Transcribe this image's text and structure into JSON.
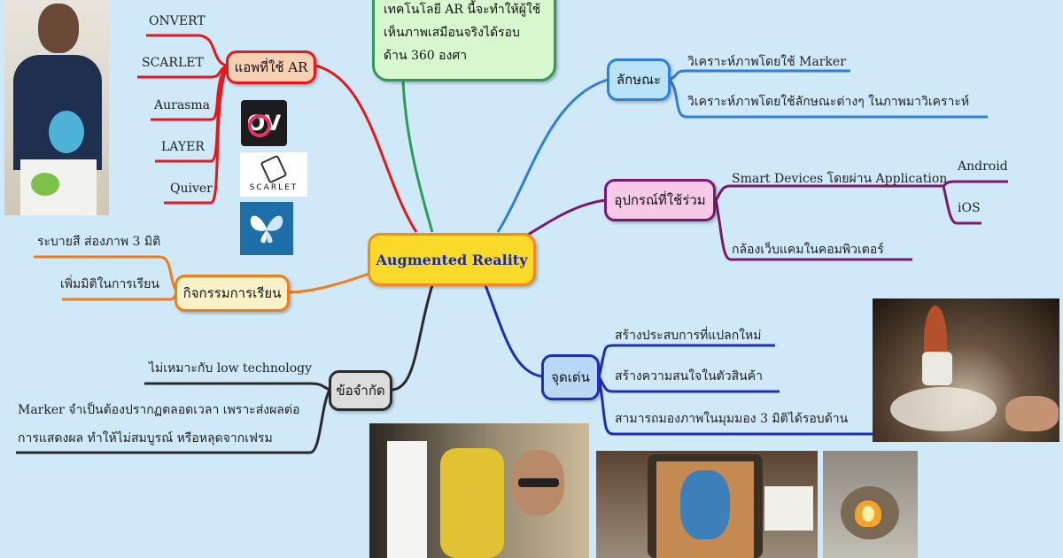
{
  "central": {
    "label": "Augmented Reality"
  },
  "top_note": {
    "line1": "เทคโนโลยี AR นี้จะทำให้ผู้ใช้",
    "line2": "เห็นภาพเสมือนจริงได้รอบ",
    "line3": "ด้าน 360 องศา"
  },
  "apps": {
    "label": "แอพที่ใช้ AR",
    "items": [
      "ONVERT",
      "SCARLET",
      "Aurasma",
      "LAYER",
      "Quiver"
    ]
  },
  "logos": {
    "ov_text": "OV",
    "scarlet_text": "SCARLET"
  },
  "activities": {
    "label": "กิจกรรมการเรียน",
    "items": [
      "ระบายสี ส่องภาพ 3 มิติ",
      "เพิ่มมิติในการเรียน"
    ]
  },
  "limits": {
    "label": "ข้อจำกัด",
    "item1": "ไม่เหมาะกับ low technology",
    "item2_line1": "Marker จำเป็นต้องปรากฏตลอดเวลา เพราะส่งผลต่อ",
    "item2_line2": "การแสดงผล ทำให้ไม่สมบูรณ์ หรือหลุดจากเฟรม"
  },
  "characteristics": {
    "label": "ลักษณะ",
    "items": [
      "วิเคราะห์ภาพโดยใช้ Marker",
      "วิเคราะห์ภาพโดยใช้ลักษณะต่างๆ ในภาพมาวิเคราะห์"
    ]
  },
  "devices": {
    "label": "อุปกรณ์ที่ใช้ร่วม",
    "smart": "Smart Devices โดยผ่าน Application",
    "os": [
      "Android",
      "iOS"
    ],
    "webcam": "กล้องเว็บแคมในคอมพิวเตอร์"
  },
  "highlights": {
    "label": "จุดเด่น",
    "items": [
      "สร้างประสบการที่แปลกใหม่",
      "สร้างความสนใจในตัวสินค้า",
      "สามารถมองภาพในมุมมอง 3 มิติได้รอบด้าน"
    ]
  },
  "colors": {
    "apps": "#e3191c",
    "activities": "#ef7d1a",
    "limits": "#2a2a2a",
    "characteristics": "#2f7fd8",
    "devices": "#7a1a6e",
    "highlights": "#1c2fb5",
    "top": "#2e9a5a",
    "central_fill": "#f9d92a",
    "central_border": "#f08a22"
  }
}
